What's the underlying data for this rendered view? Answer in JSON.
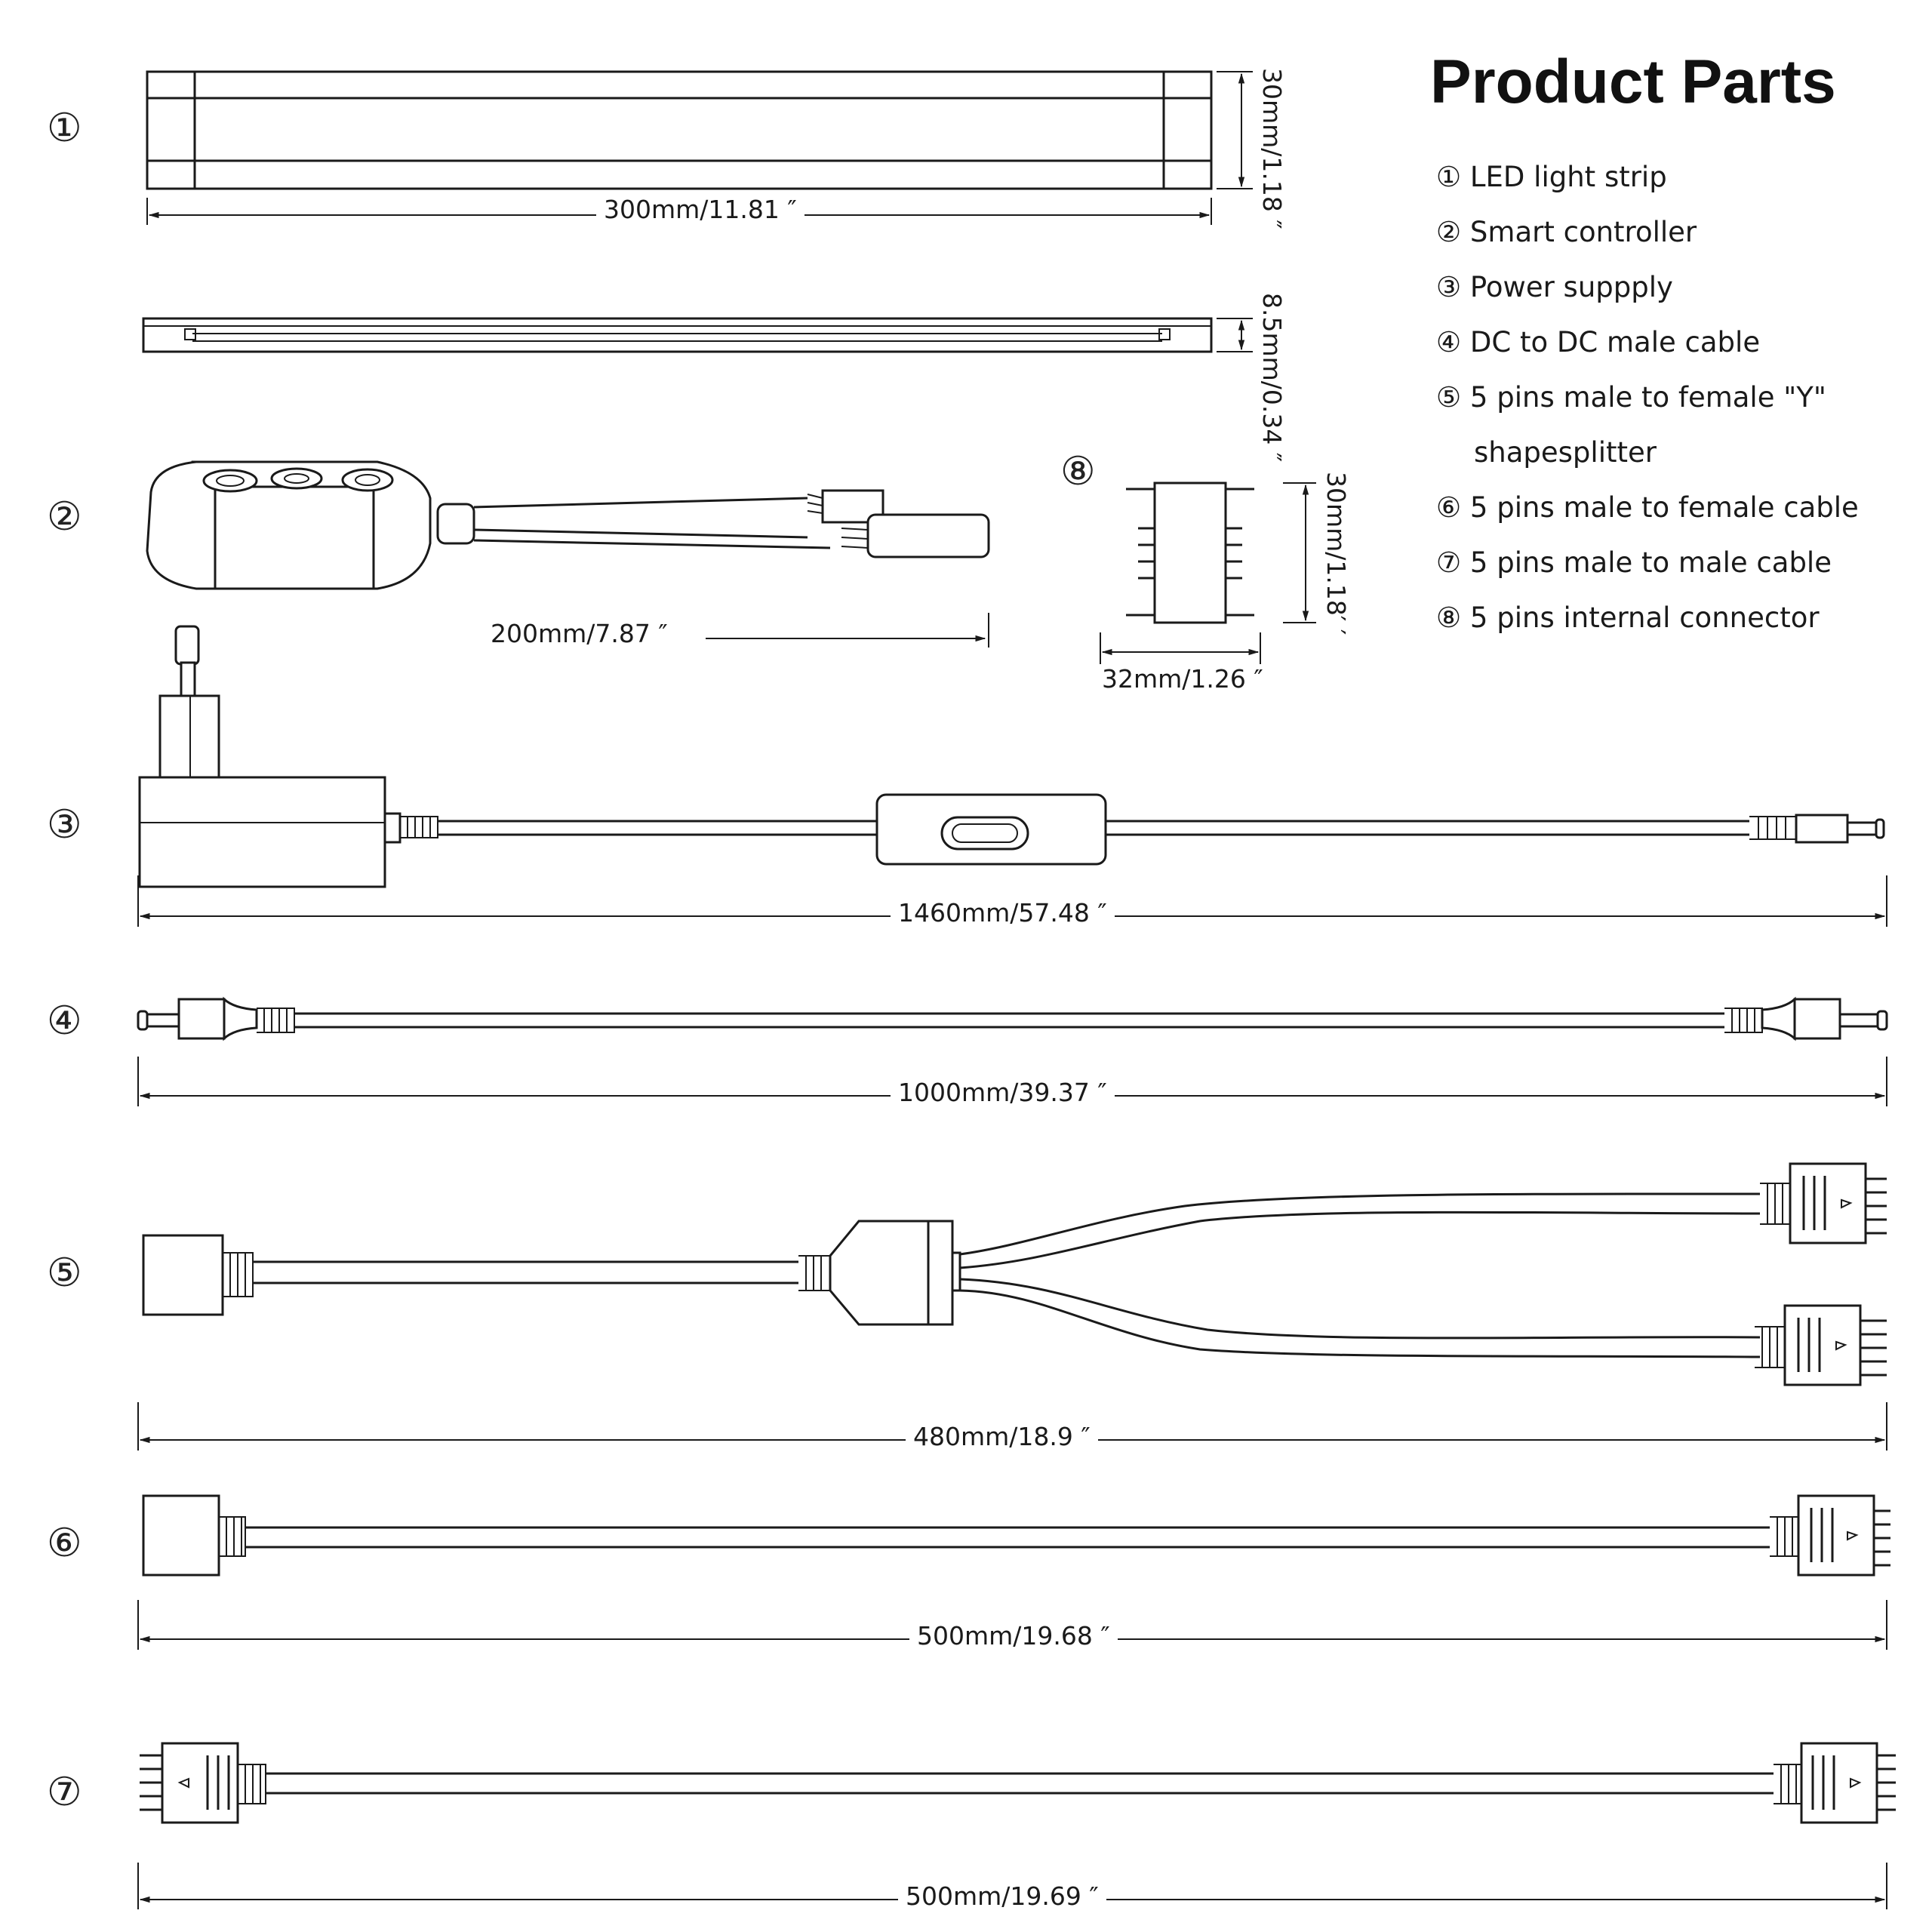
{
  "title": "Product Parts",
  "legend": [
    "① LED light strip",
    "② Smart controller",
    "③ Power suppply",
    "④ DC to DC male cable",
    "⑤ 5 pins male to female \"Y\"",
    "shapesplitter",
    "⑥ 5 pins male to female cable",
    "⑦ 5 pins male to male cable",
    "⑧ 5 pins internal connector"
  ],
  "markers": [
    "①",
    "②",
    "③",
    "④",
    "⑤",
    "⑥",
    "⑦",
    "⑧"
  ],
  "dimensions": {
    "strip_length": "300mm/11.81 ″",
    "strip_width": "30mm/1.18 ″",
    "strip_thickness": "8.5mm/0.34 ″",
    "controller_cable": "200mm/7.87 ″",
    "connector_height": "30mm/1.18′ ′",
    "connector_width": "32mm/1.26 ″",
    "power_supply": "1460mm/57.48 ″",
    "dc_cable": "1000mm/39.37 ″",
    "y_splitter": "480mm/18.9 ″",
    "mf_cable": "500mm/19.68 ″",
    "mm_cable": "500mm/19.69 ″"
  },
  "colors": {
    "line": "#1a1a1a",
    "background": "#ffffff"
  }
}
